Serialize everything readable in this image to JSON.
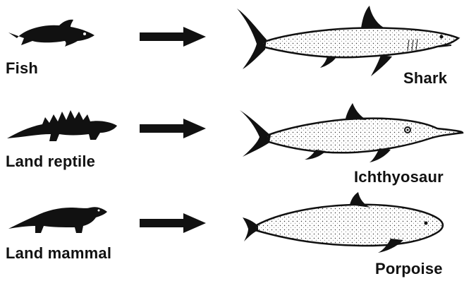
{
  "rows": [
    {
      "ancestor": "Fish",
      "descendant": "Shark"
    },
    {
      "ancestor": "Land reptile",
      "descendant": "Ichthyosaur"
    },
    {
      "ancestor": "Land mammal",
      "descendant": "Porpoise"
    }
  ],
  "colors": {
    "ink": "#111111",
    "background": "#ffffff",
    "body_fill": "#ffffff"
  },
  "icons": [
    "fish-silhouette-icon",
    "land-reptile-silhouette-icon",
    "land-mammal-silhouette-icon",
    "right-arrow-icon",
    "shark-drawing",
    "ichthyosaur-drawing",
    "porpoise-drawing"
  ]
}
